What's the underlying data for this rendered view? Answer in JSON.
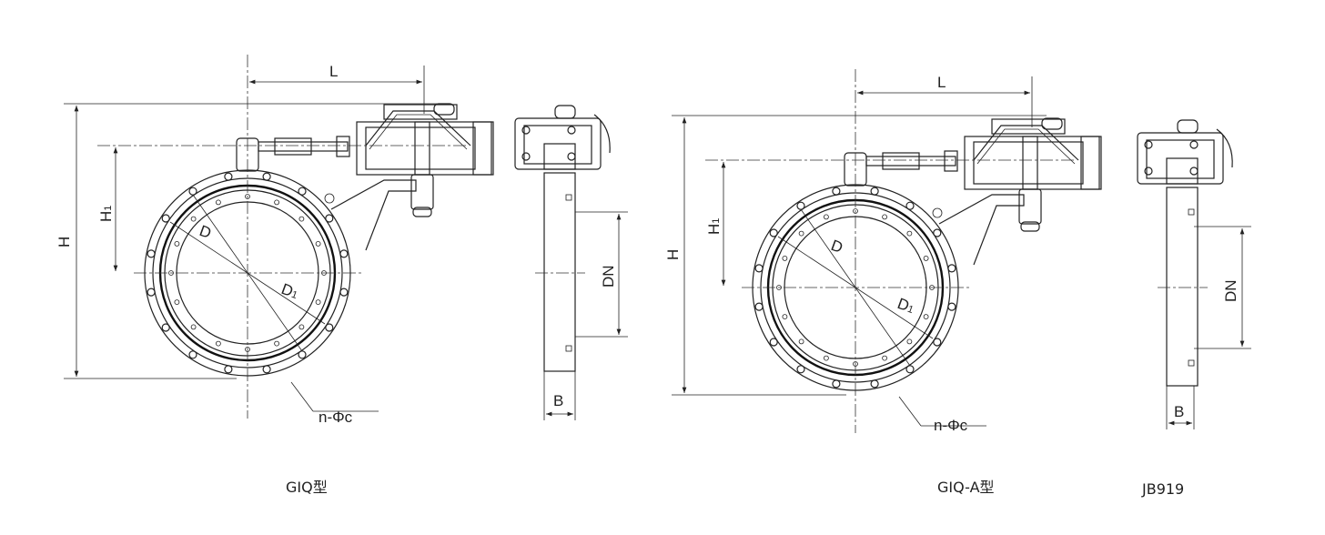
{
  "drawings": [
    {
      "caption": "GIQ型",
      "labels": {
        "L": "L",
        "H": "H",
        "H1": "H",
        "H1_sub": "1",
        "D": "D",
        "D1": "D",
        "D1_sub": "1",
        "DN": "DN",
        "B": "B",
        "holes": "n-Φc"
      }
    },
    {
      "caption": "GIQ-A型",
      "labels": {
        "L": "L",
        "H": "H",
        "H1": "H",
        "H1_sub": "1",
        "D": "D",
        "D1": "D",
        "D1_sub": "1",
        "DN": "DN",
        "B": "B",
        "holes": "n-Φc"
      }
    }
  ],
  "standard_caption": "JB919"
}
